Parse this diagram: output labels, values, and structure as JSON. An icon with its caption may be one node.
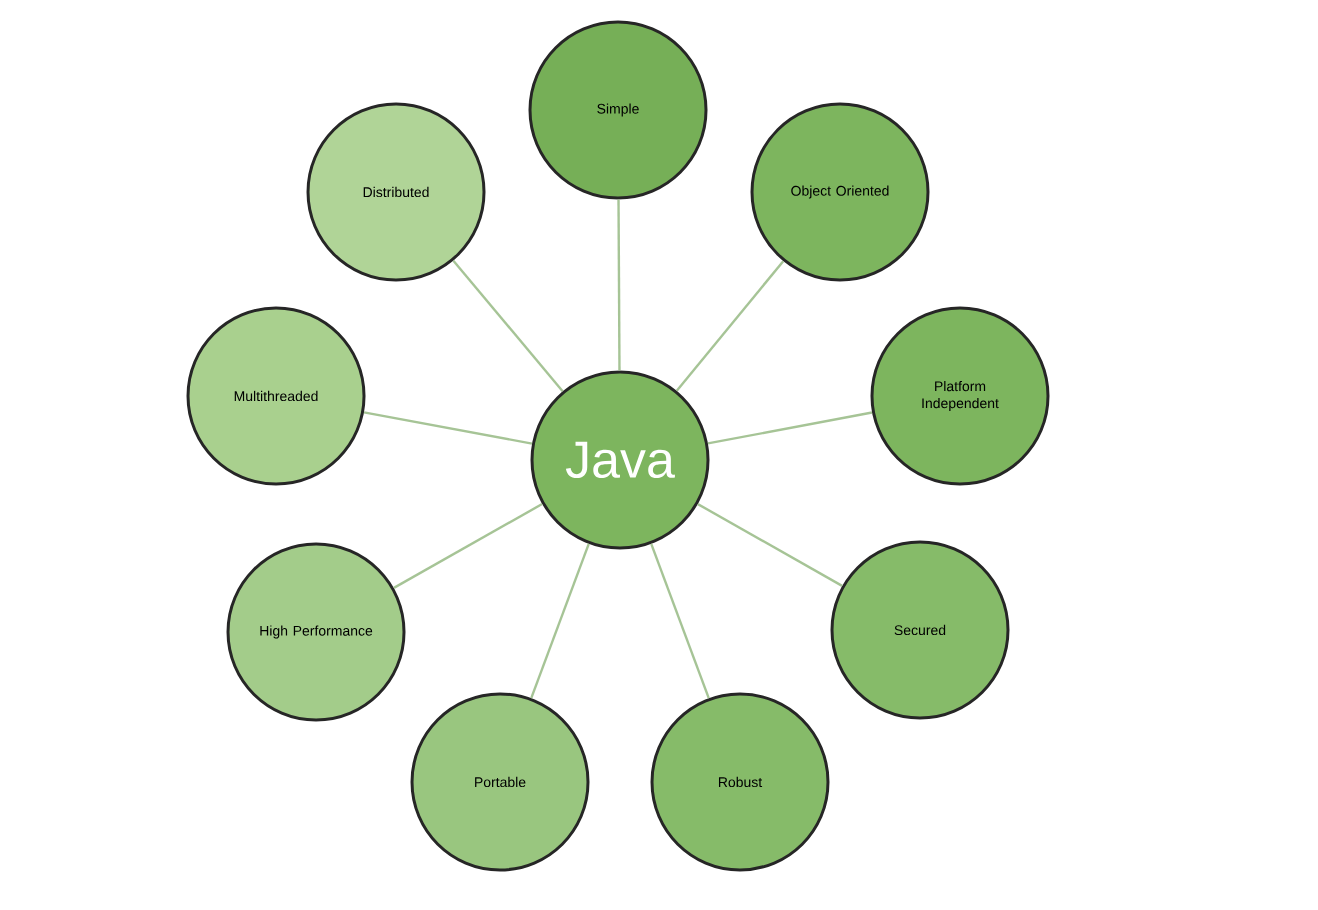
{
  "diagram": {
    "nodes": [
      {
        "text": [
          "Java"
        ]
      },
      {
        "text": [
          "Simple"
        ]
      },
      {
        "text": [
          "Object Oriented"
        ]
      },
      {
        "text": [
          "Platform Independent"
        ]
      },
      {
        "text": [
          "Secured"
        ]
      },
      {
        "text": [
          "Robust"
        ]
      },
      {
        "text": [
          "Portable"
        ]
      },
      {
        "text": [
          "High Performance"
        ]
      },
      {
        "text": [
          "Multithreaded"
        ]
      },
      {
        "text": [
          "Distributed"
        ]
      }
    ],
    "edges": [
      {
        "from": 0,
        "to": 1,
        "arrow": "none"
      },
      {
        "from": 0,
        "to": 2,
        "arrow": "none"
      },
      {
        "from": 0,
        "to": 3,
        "arrow": "none"
      },
      {
        "from": 0,
        "to": 4,
        "arrow": "none"
      },
      {
        "from": 0,
        "to": 5,
        "arrow": "none"
      },
      {
        "from": 0,
        "to": 6,
        "arrow": "none"
      },
      {
        "from": 0,
        "to": 7,
        "arrow": "none"
      },
      {
        "from": 0,
        "to": 8,
        "arrow": "none"
      },
      {
        "from": 0,
        "to": 9,
        "arrow": "none"
      }
    ]
  }
}
